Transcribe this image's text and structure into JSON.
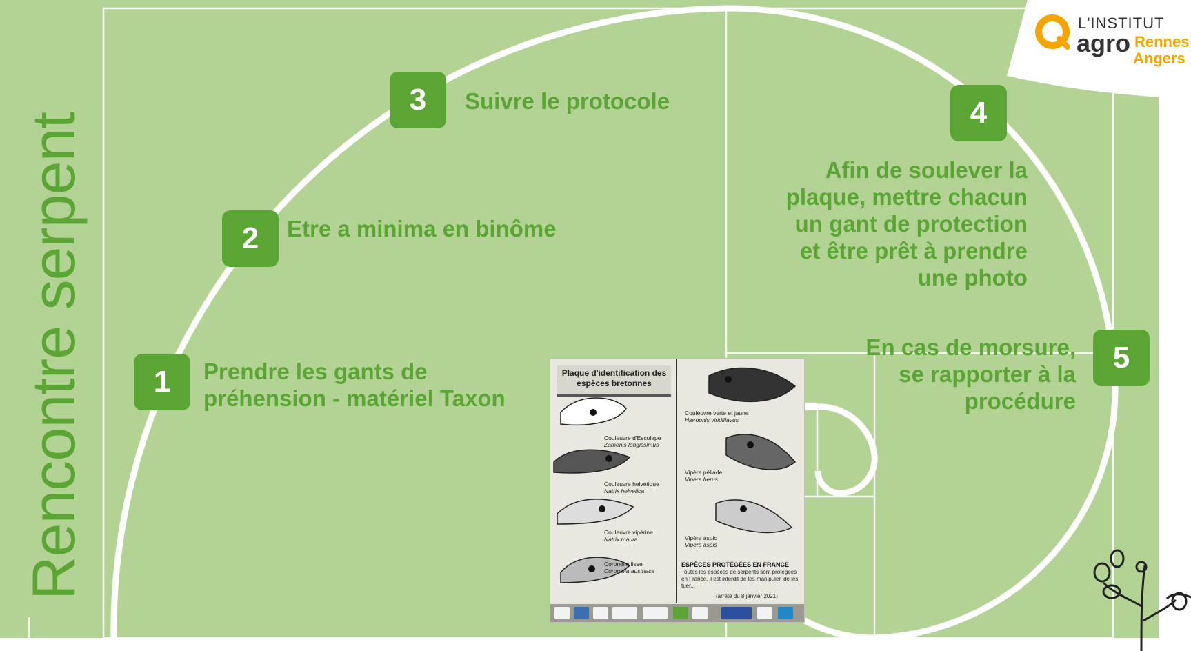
{
  "title": "Rencontre serpent",
  "logo": {
    "line1": "L'INSTITUT",
    "agro": "agro",
    "rennes": "Rennes",
    "angers": "Angers"
  },
  "steps": [
    {
      "number": "1",
      "text": "Prendre les gants de\npréhension - matériel Taxon"
    },
    {
      "number": "2",
      "text": "Etre a minima en binôme"
    },
    {
      "number": "3",
      "text": "Suivre le protocole"
    },
    {
      "number": "4",
      "text": "Afin de soulever la\nplaque, mettre chacun\nun gant de protection\net être prêt à prendre\nune photo"
    },
    {
      "number": "5",
      "text": "En cas de morsure,\nse rapporter à la\nprocédure"
    }
  ],
  "plate": {
    "title": "Plaque d'identification des espèces bretonnes",
    "species_left": [
      {
        "name": "Couleuvre d'Esculape",
        "latin": "Zamenis longissimus"
      },
      {
        "name": "Couleuvre helvétique",
        "latin": "Natrix helvetica"
      },
      {
        "name": "Couleuvre vipérine",
        "latin": "Natrix maura"
      },
      {
        "name": "Coronelle lisse",
        "latin": "Coronella austriaca"
      }
    ],
    "species_right": [
      {
        "name": "Couleuvre verte et jaune",
        "latin": "Hierophis viridiflavus"
      },
      {
        "name": "Vipère péliade",
        "latin": "Vipera berus"
      },
      {
        "name": "Vipère aspic",
        "latin": "Vipera aspis"
      }
    ],
    "protected_title": "ESPÈCES PROTÉGÉES EN FRANCE",
    "protected_text": "Toutes les espèces de serpents sont protégées en France, il est interdit de les manipuler, de les tuer...",
    "protected_date": "(arrêté du 8 janvier 2021)"
  },
  "colors": {
    "background": "#b3d394",
    "accent": "#5aa534",
    "logo_orange": "#f5a400"
  }
}
